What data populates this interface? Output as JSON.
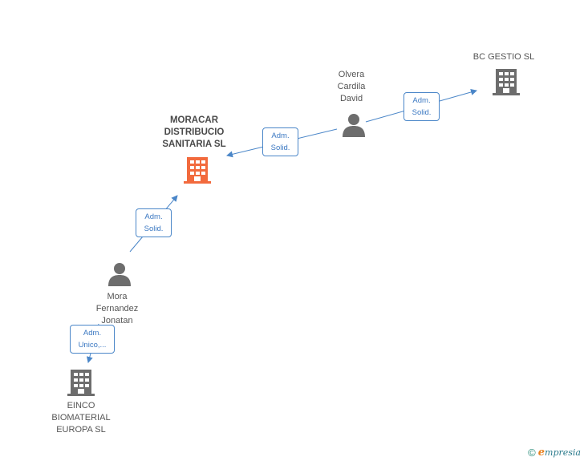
{
  "nodes": {
    "bc_gestio": {
      "lines": [
        "BC GESTIO SL"
      ],
      "kind": "company"
    },
    "olvera": {
      "lines": [
        "Olvera",
        "Cardila",
        "David"
      ],
      "kind": "person"
    },
    "moracar": {
      "lines": [
        "MORACAR",
        "DISTRIBUCIO",
        "SANITARIA SL"
      ],
      "kind": "company-main"
    },
    "mora": {
      "lines": [
        "Mora",
        "Fernandez",
        "Jonatan"
      ],
      "kind": "person"
    },
    "einco": {
      "lines": [
        "EINCO",
        "BIOMATERIAL",
        "EUROPA SL"
      ],
      "kind": "company"
    }
  },
  "edges": {
    "olvera_bc": {
      "lines": [
        "Adm.",
        "Solid."
      ]
    },
    "olvera_moracar": {
      "lines": [
        "Adm.",
        "Solid."
      ]
    },
    "mora_moracar": {
      "lines": [
        "Adm.",
        "Solid."
      ]
    },
    "mora_einco": {
      "lines": [
        "Adm.",
        "Unico,..."
      ]
    }
  },
  "colors": {
    "edge": "#4a86c8",
    "company_icon": "#6d6d6d",
    "main_company_icon": "#f26a3d",
    "person_icon": "#6d6d6d"
  },
  "icons": {
    "company": "building-icon",
    "person": "person-icon"
  },
  "brand": {
    "copyright": "©",
    "initial": "e",
    "rest": "mpresia"
  }
}
